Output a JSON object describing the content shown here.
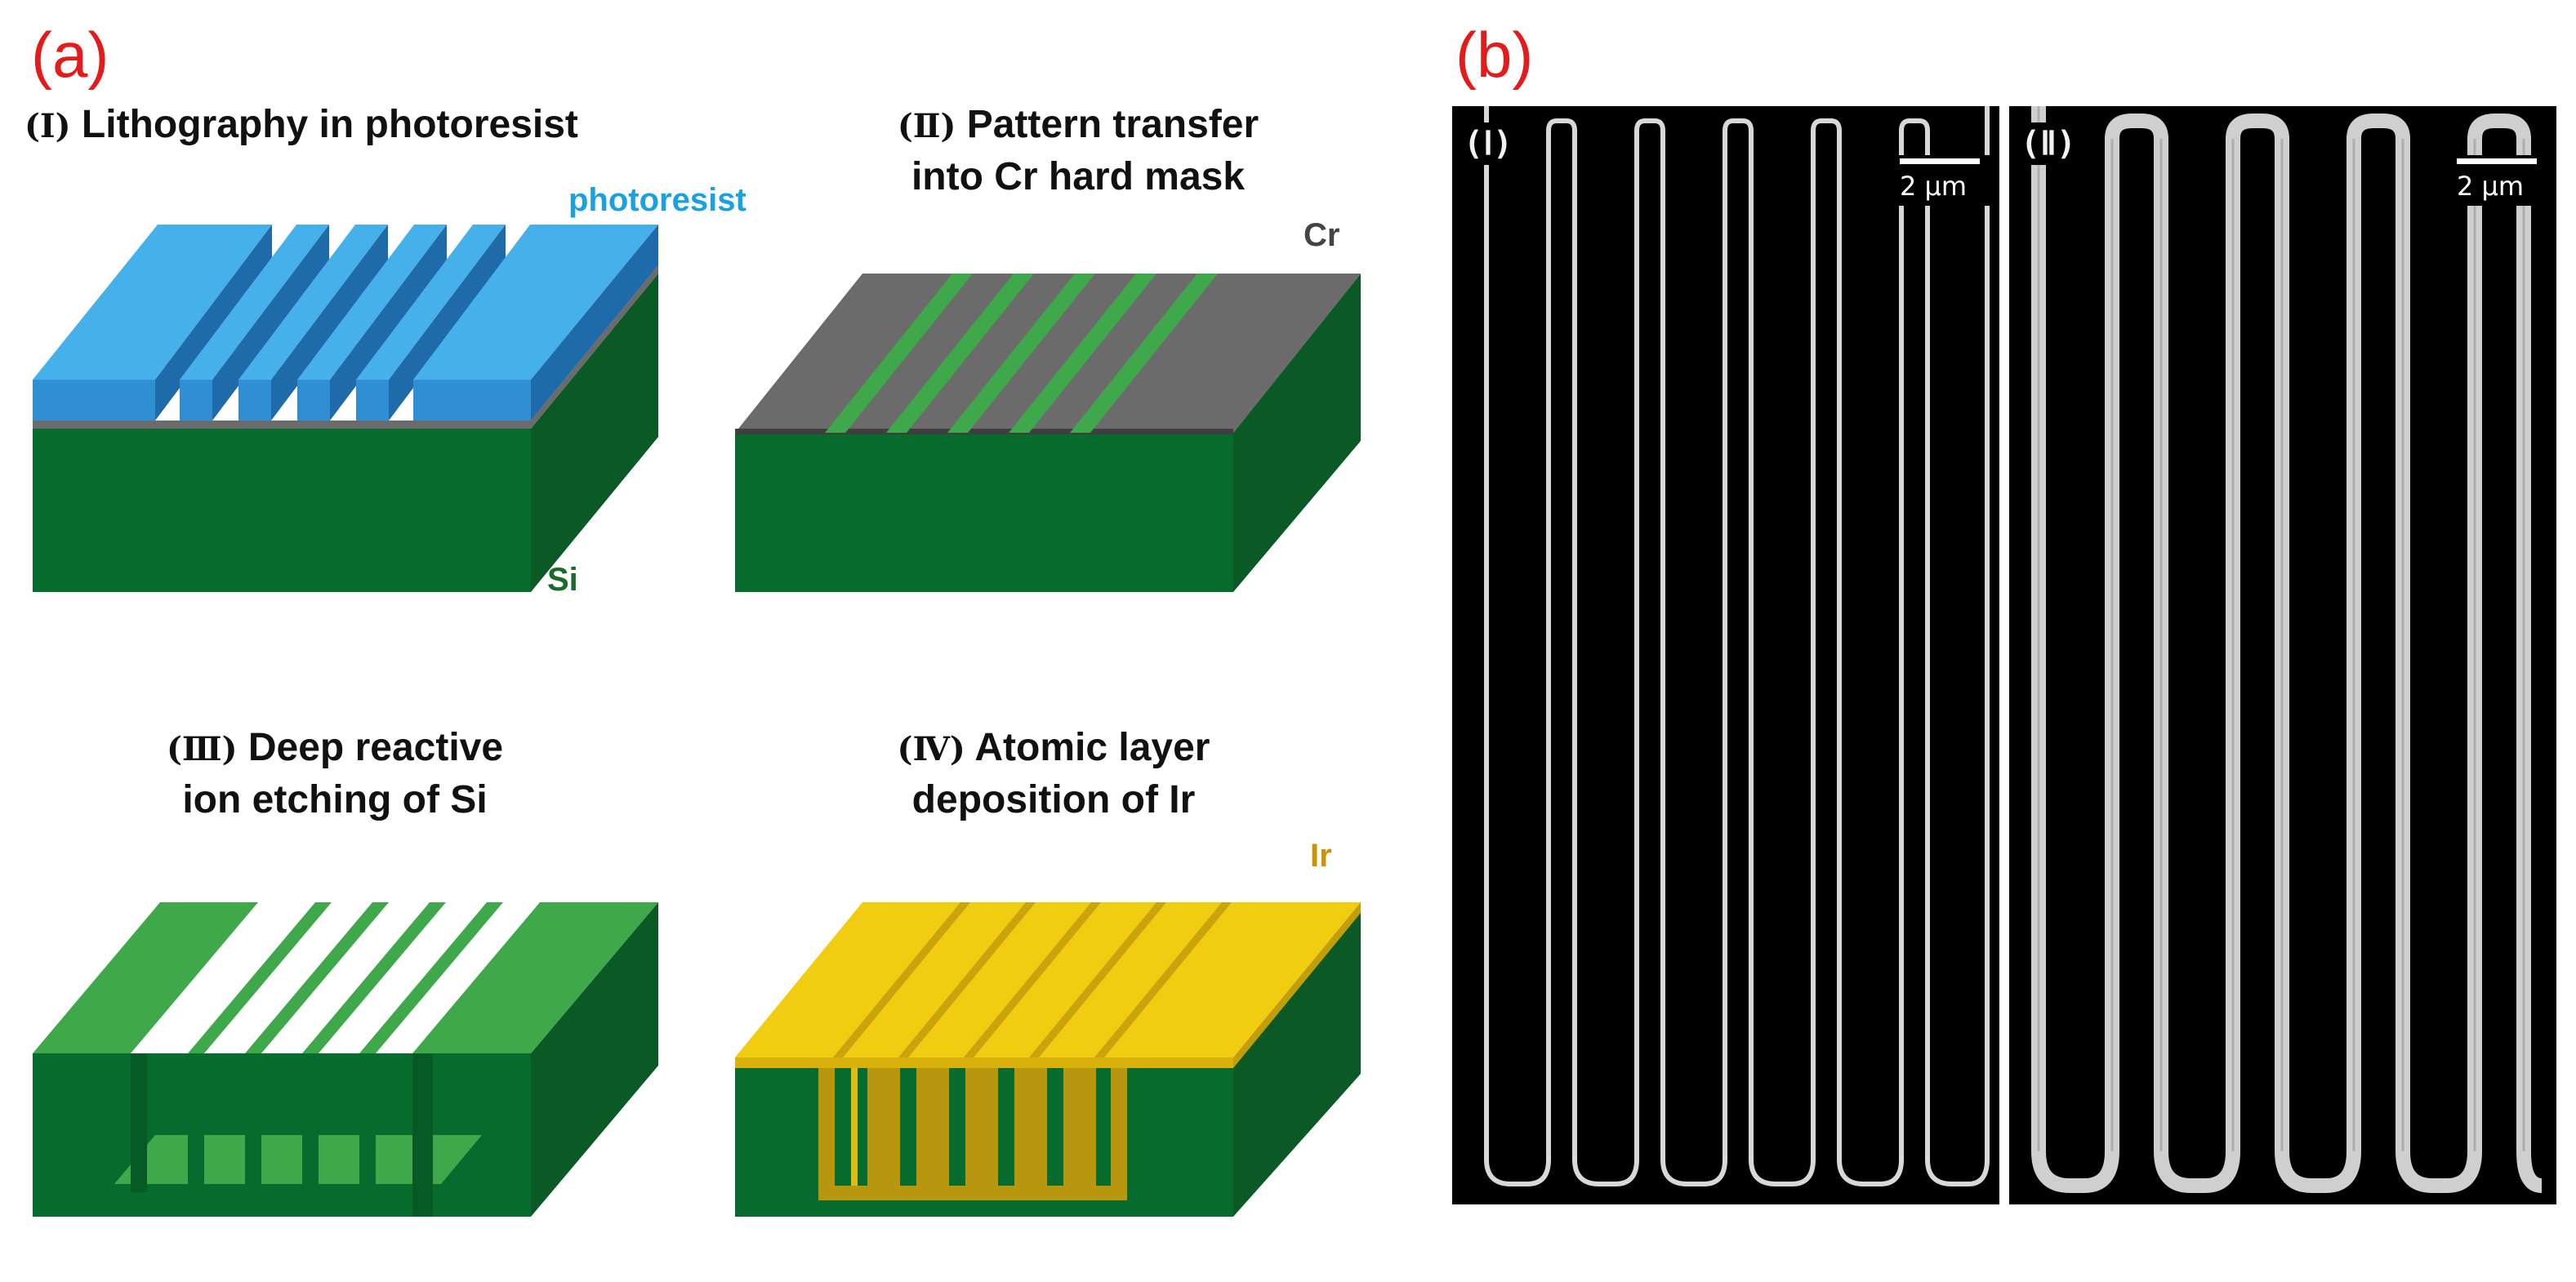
{
  "panel_a": {
    "label": "(a)",
    "steps": [
      {
        "roman": "(Ⅰ)",
        "title_lines": [
          "Lithography in photoresist"
        ]
      },
      {
        "roman": "(Ⅱ)",
        "title_lines": [
          "Pattern transfer",
          "into Cr hard mask"
        ]
      },
      {
        "roman": "(Ⅲ)",
        "title_lines": [
          "Deep reactive",
          "ion etching of Si"
        ]
      },
      {
        "roman": "(Ⅳ)",
        "title_lines": [
          "Atomic layer",
          "deposition of Ir"
        ]
      }
    ],
    "materials": {
      "photoresist": "photoresist",
      "si": "Si",
      "cr": "Cr",
      "ir": "Ir"
    },
    "colors": {
      "photoresist_top": "#45b0ea",
      "photoresist_front": "#2f8fd2",
      "photoresist_side": "#1f6aa8",
      "si_front": "#076b2e",
      "si_side": "#0b5a25",
      "si_top": "#3ea84a",
      "cr": "#6b6b6b",
      "ir": "#f2cc10",
      "ir_dark": "#a88a10",
      "label_blue": "#1aa1e0",
      "label_green": "#1b6b2a",
      "label_gold": "#c9930a",
      "panel_label_red": "#e31b1b"
    }
  },
  "panel_b": {
    "label": "(b)",
    "images": [
      {
        "tag": "(Ⅰ)",
        "scale": "2 μm"
      },
      {
        "tag": "(Ⅱ)",
        "scale": "2 μm"
      }
    ]
  }
}
